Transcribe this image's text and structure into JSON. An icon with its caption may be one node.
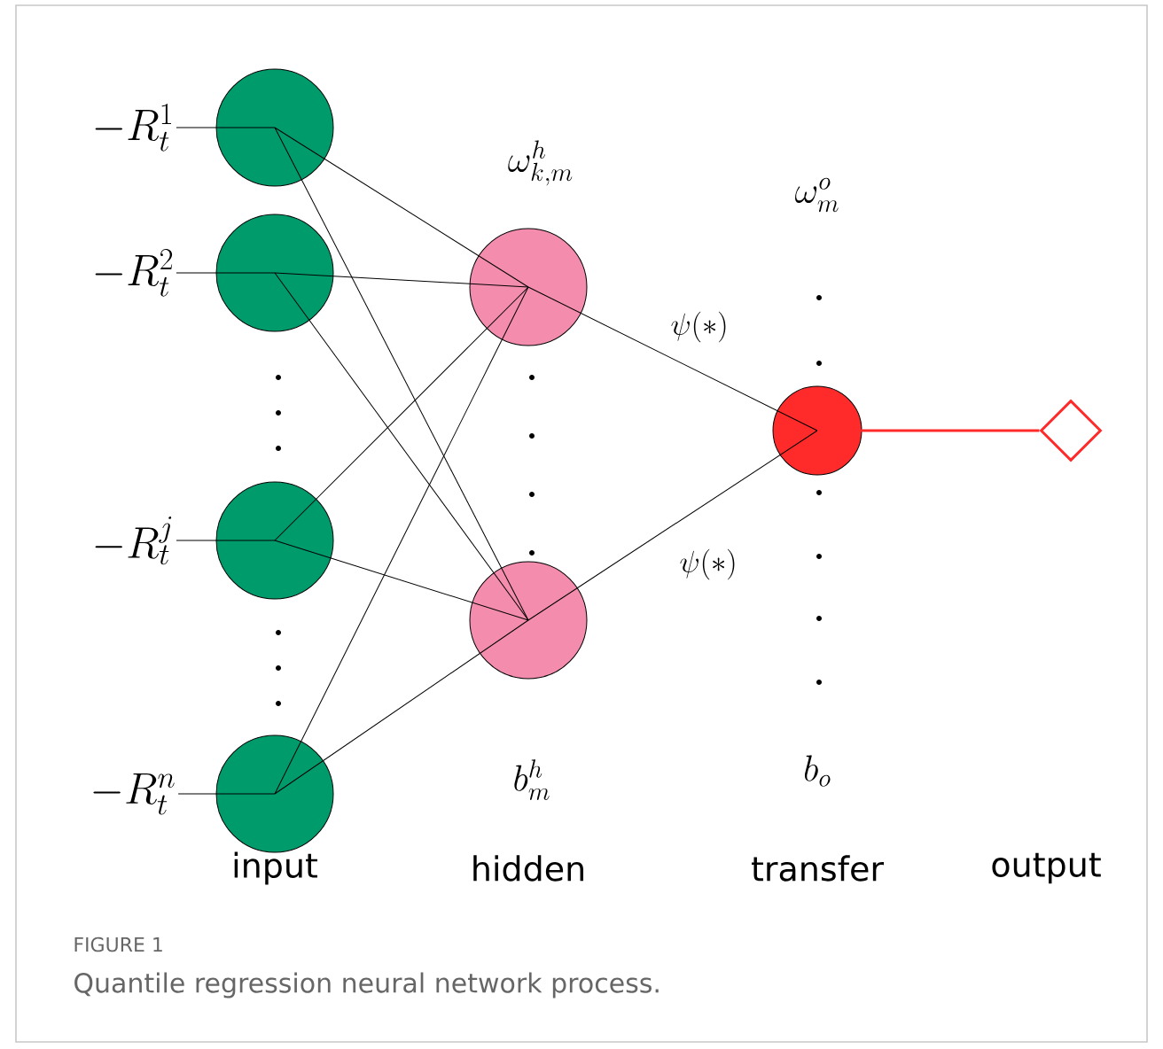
{
  "diagram": {
    "caption": "Quantile regression neural network process.",
    "nodes": [
      {
        "text": [
          "-R_{t}^{1}"
        ]
      },
      {
        "text": [],
        "shape": "circle"
      },
      {
        "text": [
          "-R_{t}^{2}"
        ]
      },
      {
        "text": [],
        "shape": "circle"
      },
      {
        "text": [
          "-R_{t}^{j}"
        ]
      },
      {
        "text": [],
        "shape": "circle"
      },
      {
        "text": [
          "-R_{t}^{n}"
        ]
      },
      {
        "text": [],
        "shape": "circle"
      },
      {
        "text": [],
        "shape": "circle"
      },
      {
        "text": [],
        "shape": "circle"
      },
      {
        "text": [],
        "shape": "circle"
      },
      {
        "text": [],
        "shape": "diamond"
      }
    ],
    "edges": [
      {
        "from": 0,
        "to": 1,
        "arrow": "none"
      },
      {
        "from": 2,
        "to": 3,
        "arrow": "none"
      },
      {
        "from": 4,
        "to": 5,
        "arrow": "none"
      },
      {
        "from": 6,
        "to": 7,
        "arrow": "none"
      },
      {
        "from": 1,
        "to": 8,
        "arrow": "none"
      },
      {
        "from": 1,
        "to": 9,
        "arrow": "none"
      },
      {
        "from": 3,
        "to": 8,
        "arrow": "none"
      },
      {
        "from": 3,
        "to": 9,
        "arrow": "none"
      },
      {
        "from": 5,
        "to": 8,
        "arrow": "none"
      },
      {
        "from": 5,
        "to": 9,
        "arrow": "none"
      },
      {
        "from": 7,
        "to": 8,
        "arrow": "none"
      },
      {
        "from": 7,
        "to": 9,
        "arrow": "none"
      },
      {
        "from": 8,
        "to": 10,
        "arrow": "none",
        "label": "\\psi(*)"
      },
      {
        "from": 9,
        "to": 10,
        "arrow": "none",
        "label": "\\psi(*)"
      },
      {
        "from": 10,
        "to": 11,
        "arrow": "none",
        "color": "#ff2a2a"
      }
    ],
    "labels": [
      "\\omega_{k,m}^{h}",
      "\\omega_{m}^{o}",
      "b_{m}^{h}",
      "b_{o}",
      "input",
      "hidden",
      "transfer",
      "output",
      "FIGURE 1"
    ]
  }
}
